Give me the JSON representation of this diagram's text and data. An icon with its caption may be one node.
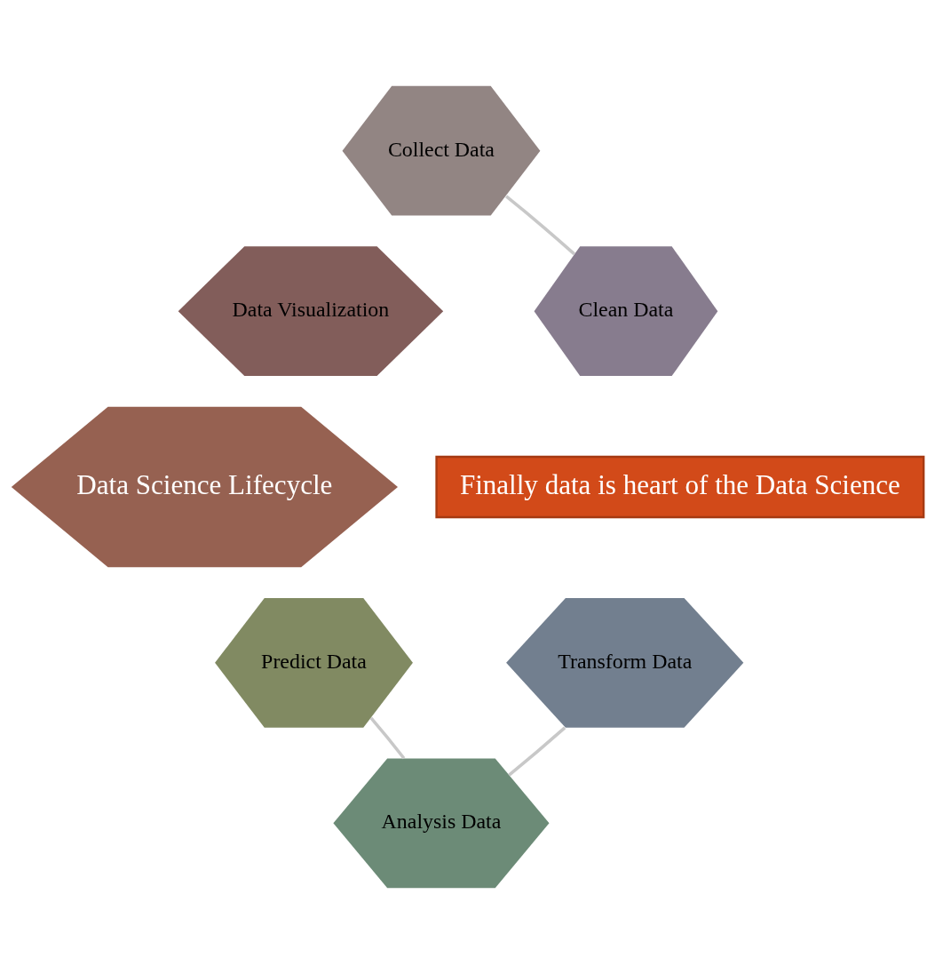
{
  "diagram": {
    "nodes": [
      {
        "text": [
          "Collect Data"
        ]
      },
      {
        "text": [
          "Data Visualization"
        ]
      },
      {
        "text": [
          "Clean Data"
        ]
      },
      {
        "text": [
          "Data Science Lifecycle"
        ]
      },
      {
        "text": [
          "Finally data is heart of the Data Science"
        ]
      },
      {
        "text": [
          "Predict Data"
        ]
      },
      {
        "text": [
          "Transform Data"
        ]
      },
      {
        "text": [
          "Analysis Data"
        ]
      }
    ],
    "edges": [
      {
        "from": 0,
        "to": 2,
        "arrow": "none"
      },
      {
        "from": 6,
        "to": 7,
        "arrow": "none"
      },
      {
        "from": 7,
        "to": 5,
        "arrow": "none"
      }
    ]
  }
}
